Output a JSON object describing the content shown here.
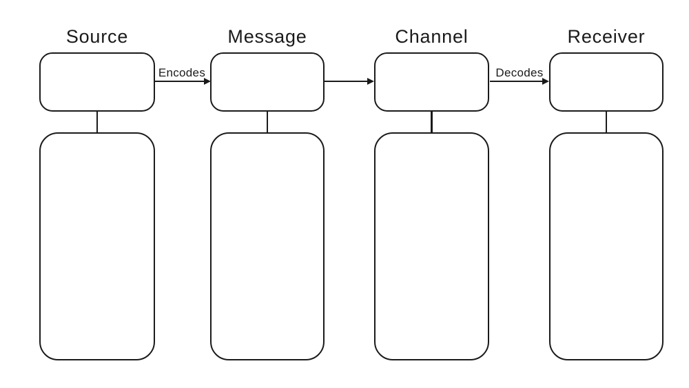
{
  "diagram": {
    "columns": [
      {
        "label": "Source"
      },
      {
        "label": "Message"
      },
      {
        "label": "Channel"
      },
      {
        "label": "Receiver"
      }
    ],
    "arrows": [
      {
        "label": "Encodes"
      },
      {
        "label": ""
      },
      {
        "label": "Decodes"
      }
    ],
    "colors": {
      "background": "#ffffff",
      "stroke": "#1a1a1a",
      "text": "#1a1a1a"
    }
  }
}
